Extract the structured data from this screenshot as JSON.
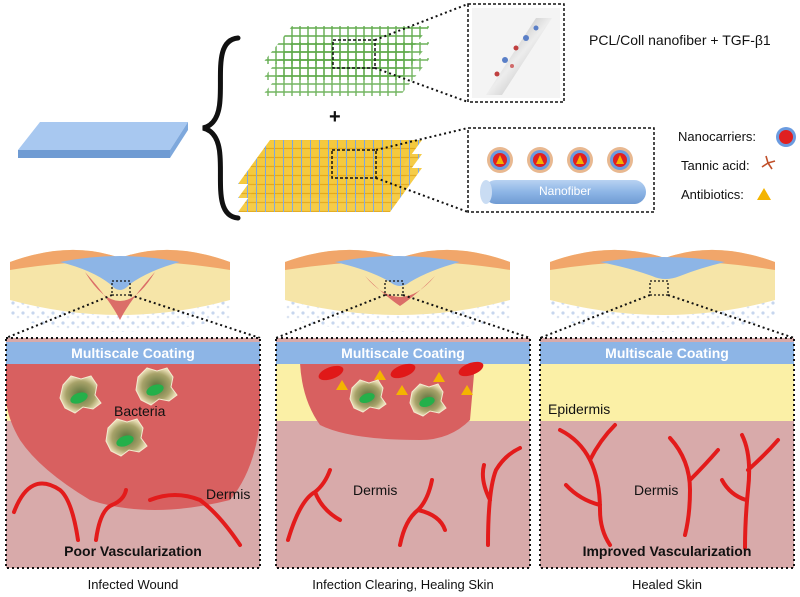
{
  "top": {
    "fiber_label": "PCL/Coll nanofiber + TGF-β1",
    "plus": "+",
    "nanofiber_label": "Nanofiber",
    "legend": {
      "nanocarriers": "Nanocarriers:",
      "tannic_acid": "Tannic acid:",
      "antibiotics": "Antibiotics:"
    }
  },
  "panels": [
    {
      "coating": "Multiscale Coating",
      "bacteria": "Bacteria",
      "dermis": "Dermis",
      "bottom_note": "Poor Vascularization",
      "caption": "Infected Wound"
    },
    {
      "coating": "Multiscale Coating",
      "dermis": "Dermis",
      "caption": "Infection Clearing, Healing Skin"
    },
    {
      "coating": "Multiscale Coating",
      "epidermis": "Epidermis",
      "dermis": "Dermis",
      "bottom_note": "Improved Vascularization",
      "caption": "Healed Skin"
    }
  ],
  "colors": {
    "coating": "#8db5e6",
    "epidermis": "#fbf0a6",
    "dermis": "#d8aaaa",
    "wound": "#d86060",
    "vessel": "#e31b1b",
    "fiber_green": "#7cc46a",
    "fiber_yellow": "#f2c232",
    "slab": "#8fb8ec"
  }
}
